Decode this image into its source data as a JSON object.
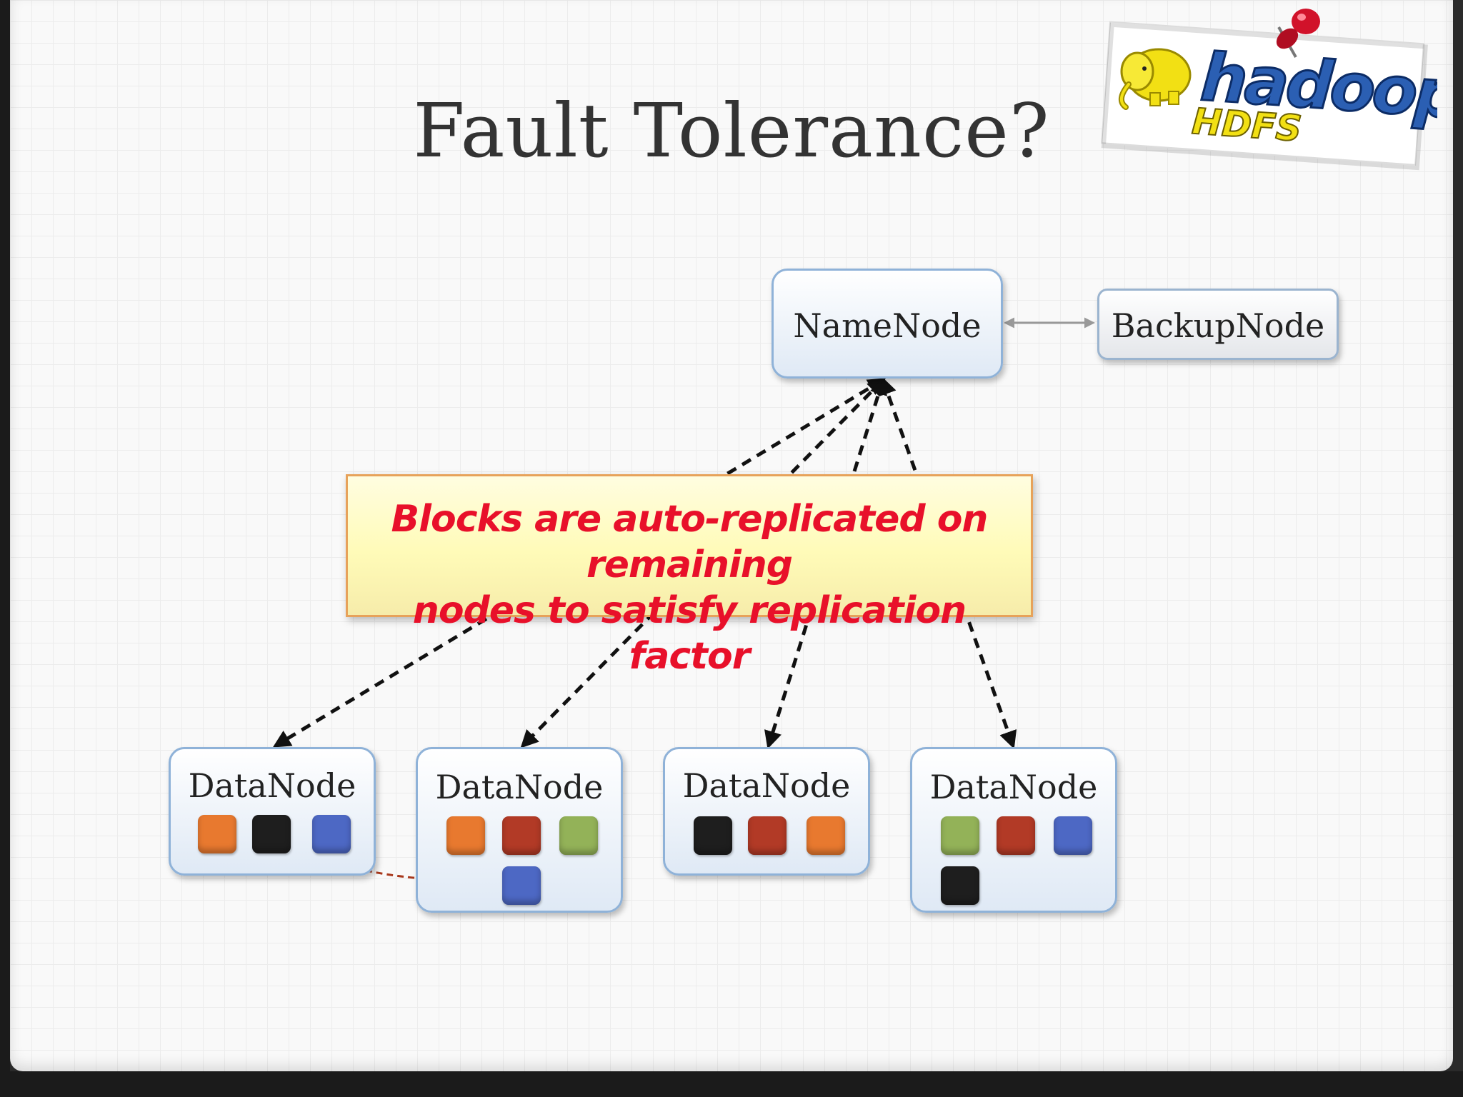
{
  "slide": {
    "title": "Fault Tolerance?",
    "logo": {
      "text_main": "hadoop",
      "text_sub": "HDFS"
    },
    "namenode": {
      "label": "NameNode"
    },
    "backupnode": {
      "label": "BackupNode"
    },
    "callout": {
      "line1": "Blocks are auto-replicated on remaining",
      "line2": "nodes to satisfy replication factor"
    },
    "datanodes": [
      {
        "label": "DataNode",
        "blocks": [
          "orange",
          "black",
          "blue"
        ]
      },
      {
        "label": "DataNode",
        "blocks": [
          "orange",
          "red",
          "green",
          "blue"
        ]
      },
      {
        "label": "DataNode",
        "blocks": [
          "black",
          "red",
          "orange"
        ]
      },
      {
        "label": "DataNode",
        "blocks": [
          "green",
          "red",
          "blue",
          "black"
        ]
      }
    ],
    "colors": {
      "orange": "#e8792f",
      "black": "#1e1e1e",
      "blue": "#4d68c4",
      "red": "#b23a26",
      "green": "#93b258",
      "callout_text": "#e8102a",
      "callout_border": "#e7a25a",
      "node_border": "#8fb2d8"
    }
  }
}
